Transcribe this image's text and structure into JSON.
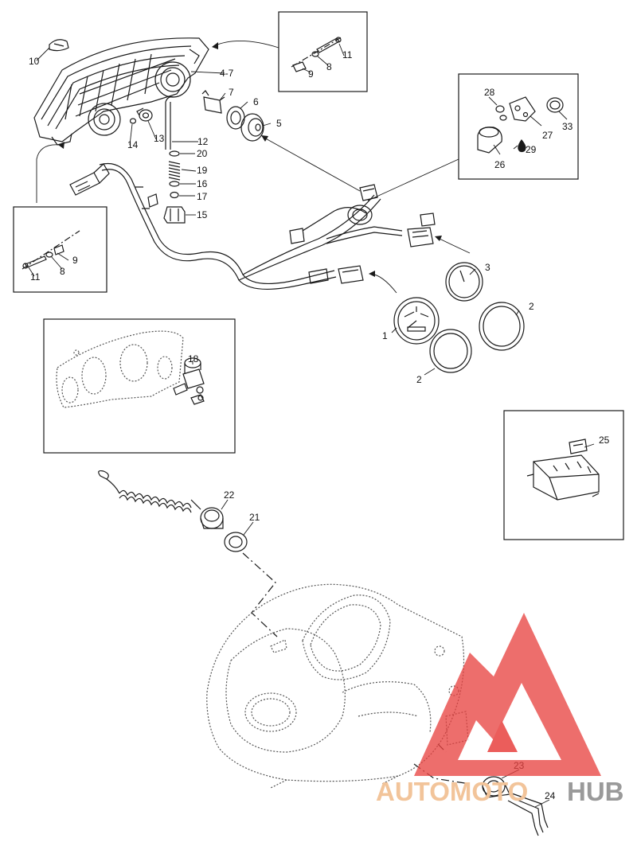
{
  "callouts": {
    "c1": "1",
    "c2a": "2",
    "c2b": "2",
    "c3": "3",
    "c4_7": "4-7",
    "c5": "5",
    "c6": "6",
    "c7": "7",
    "c8a": "8",
    "c8b": "8",
    "c9a": "9",
    "c9b": "9",
    "c10": "10",
    "c11a": "11",
    "c11b": "11",
    "c12": "12",
    "c13": "13",
    "c14": "14",
    "c15": "15",
    "c16": "16",
    "c17": "17",
    "c18": "18",
    "c19": "19",
    "c20": "20",
    "c21": "21",
    "c22": "22",
    "c23": "23",
    "c24": "24",
    "c25": "25",
    "c26": "26",
    "c27": "27",
    "c28": "28",
    "c29": "29",
    "c33": "33"
  },
  "watermark": {
    "part1": "AUTOMOTO",
    "part2": "HUB",
    "color1": "#f2c49a",
    "color2": "#9a9a9a",
    "logo_color": "#e8413f"
  },
  "colors": {
    "line": "#1a1a1a",
    "dotted": "#555555"
  }
}
